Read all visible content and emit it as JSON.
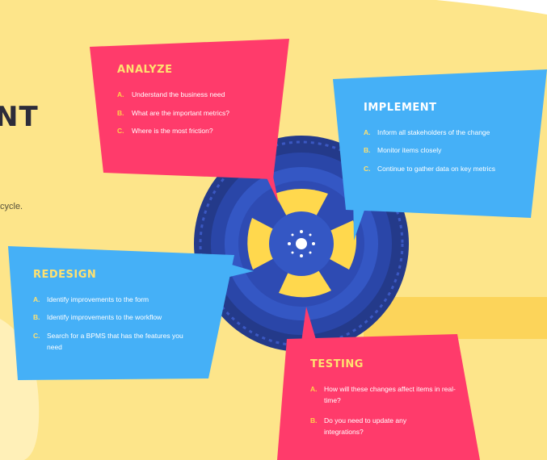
{
  "header": {
    "title_fragment": "NT",
    "subtitle_fragment": "cycle."
  },
  "colors": {
    "background": "#fde58a",
    "pink_card": "#ff3b6b",
    "blue_card": "#45b0f7",
    "tire_dark": "#243a8a",
    "tire_mid": "#3457c4",
    "hub_yellow": "#ffd84d"
  },
  "cards": {
    "analyze": {
      "title": "ANALYZE",
      "items": [
        {
          "letter": "A.",
          "text": "Understand the business need"
        },
        {
          "letter": "B.",
          "text": "What are the important metrics?"
        },
        {
          "letter": "C.",
          "text": "Where is the most friction?"
        }
      ]
    },
    "implement": {
      "title": "IMPLEMENT",
      "items": [
        {
          "letter": "A.",
          "text": "Inform all stakeholders of the change"
        },
        {
          "letter": "B.",
          "text": "Monitor items closely"
        },
        {
          "letter": "C.",
          "text": "Continue to gather data on key metrics"
        }
      ]
    },
    "redesign": {
      "title": "REDESIGN",
      "items": [
        {
          "letter": "A.",
          "text": "Identify improvements to the form"
        },
        {
          "letter": "B.",
          "text": "Identify improvements to the workflow"
        },
        {
          "letter": "C.",
          "text": "Search for a BPMS that has the features you need"
        }
      ]
    },
    "testing": {
      "title": "TESTING",
      "items": [
        {
          "letter": "A.",
          "text": "How will these changes affect items in real-time?"
        },
        {
          "letter": "B.",
          "text": "Do you need to update any integrations?"
        }
      ]
    }
  }
}
